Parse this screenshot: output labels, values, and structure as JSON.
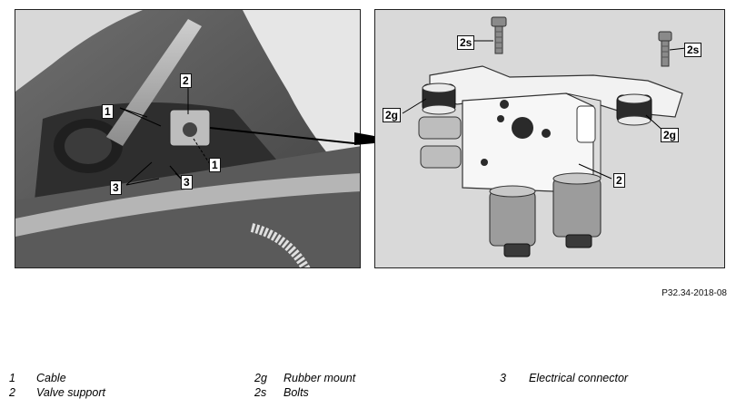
{
  "figure": {
    "callouts_left": [
      "1",
      "2",
      "1",
      "3",
      "3"
    ],
    "callouts_right": [
      "2s",
      "2s",
      "2g",
      "2g",
      "2"
    ],
    "figure_code": "P32.34-2018-08"
  },
  "legend": [
    {
      "num": "1",
      "text": "Cable"
    },
    {
      "num": "2",
      "text": "Valve support"
    },
    {
      "num": "2g",
      "text": "Rubber mount"
    },
    {
      "num": "2s",
      "text": "Bolts"
    },
    {
      "num": "3",
      "text": "Electrical connector"
    }
  ]
}
